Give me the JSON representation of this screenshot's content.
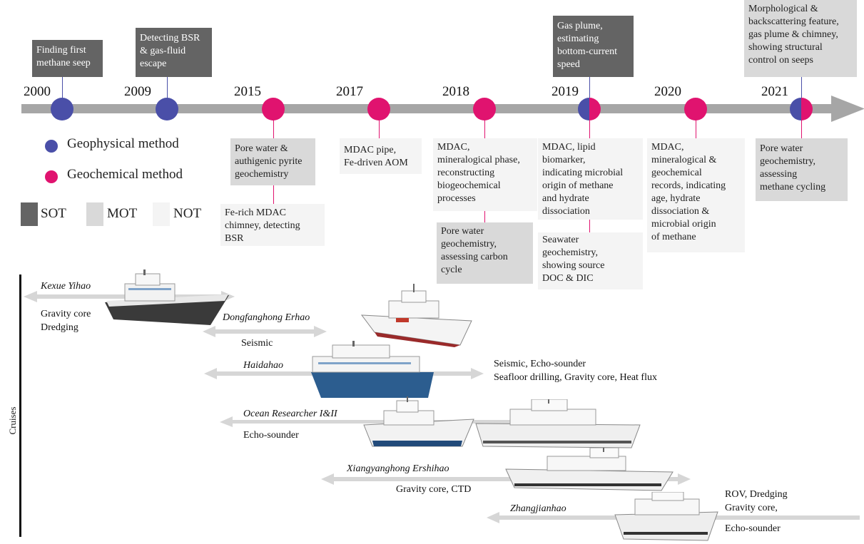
{
  "timeline": {
    "years": [
      "2000",
      "2009",
      "2015",
      "2017",
      "2018",
      "2019",
      "2020",
      "2021"
    ],
    "top_boxes": [
      "Finding first\nmethane seep",
      "Detecting BSR\n& gas-fluid\nescape",
      "Gas plume,\nestimating\nbottom-current\nspeed",
      "Morphological &\nbackscattering feature,\ngas plume & chimney,\nshowing structural\ncontrol on seeps"
    ],
    "bottom_boxes": [
      "Pore water &\nauthigenic pyrite\ngeochemistry",
      "Fe-rich MDAC\nchimney, detecting\nBSR",
      "MDAC pipe,\nFe-driven AOM",
      "MDAC,\nmineralogical phase,\nreconstructing\nbiogeochemical\nprocesses",
      "Pore water\ngeochemistry,\nassessing carbon\ncycle",
      "MDAC, lipid\nbiomarker,\nindicating microbial\norigin of methane\nand hydrate\ndissociation",
      "Seawater\ngeochemistry,\nshowing source\nDOC & DIC",
      "MDAC,\nmineralogical &\ngeochemical\nrecords, indicating\nage, hydrate\ndissociation &\nmicrobial origin\nof methane",
      "Pore water\ngeochemistry,\nassessing\nmethane cycling"
    ]
  },
  "legend": {
    "geophysical": "Geophysical method",
    "geochemical": "Geochemical method",
    "sot": "SOT",
    "mot": "MOT",
    "not": "NOT"
  },
  "colors": {
    "geophysical": "#4a4fa8",
    "geochemical": "#e0136f",
    "sot": "#646464",
    "mot": "#d9d9d9",
    "not": "#f4f4f4",
    "timeline": "#a6a6a6"
  },
  "cruises": {
    "axis_label": "Cruises",
    "ships": [
      {
        "name": "Kexue Yihao",
        "methods": "Gravity core\nDredging"
      },
      {
        "name": "Dongfanghong Erhao",
        "methods": "Seismic"
      },
      {
        "name": "Haidahao",
        "methods": "Seismic, Echo-sounder\nSeafloor drilling, Gravity core, Heat flux"
      },
      {
        "name": "Ocean Researcher I&II",
        "methods": "Echo-sounder"
      },
      {
        "name": "Xiangyanghong Ershihao",
        "methods": "Gravity core, CTD"
      },
      {
        "name": "Zhangjianhao",
        "methods_a": "ROV, Dredging\nGravity core,",
        "methods_b": "Echo-sounder"
      }
    ]
  }
}
